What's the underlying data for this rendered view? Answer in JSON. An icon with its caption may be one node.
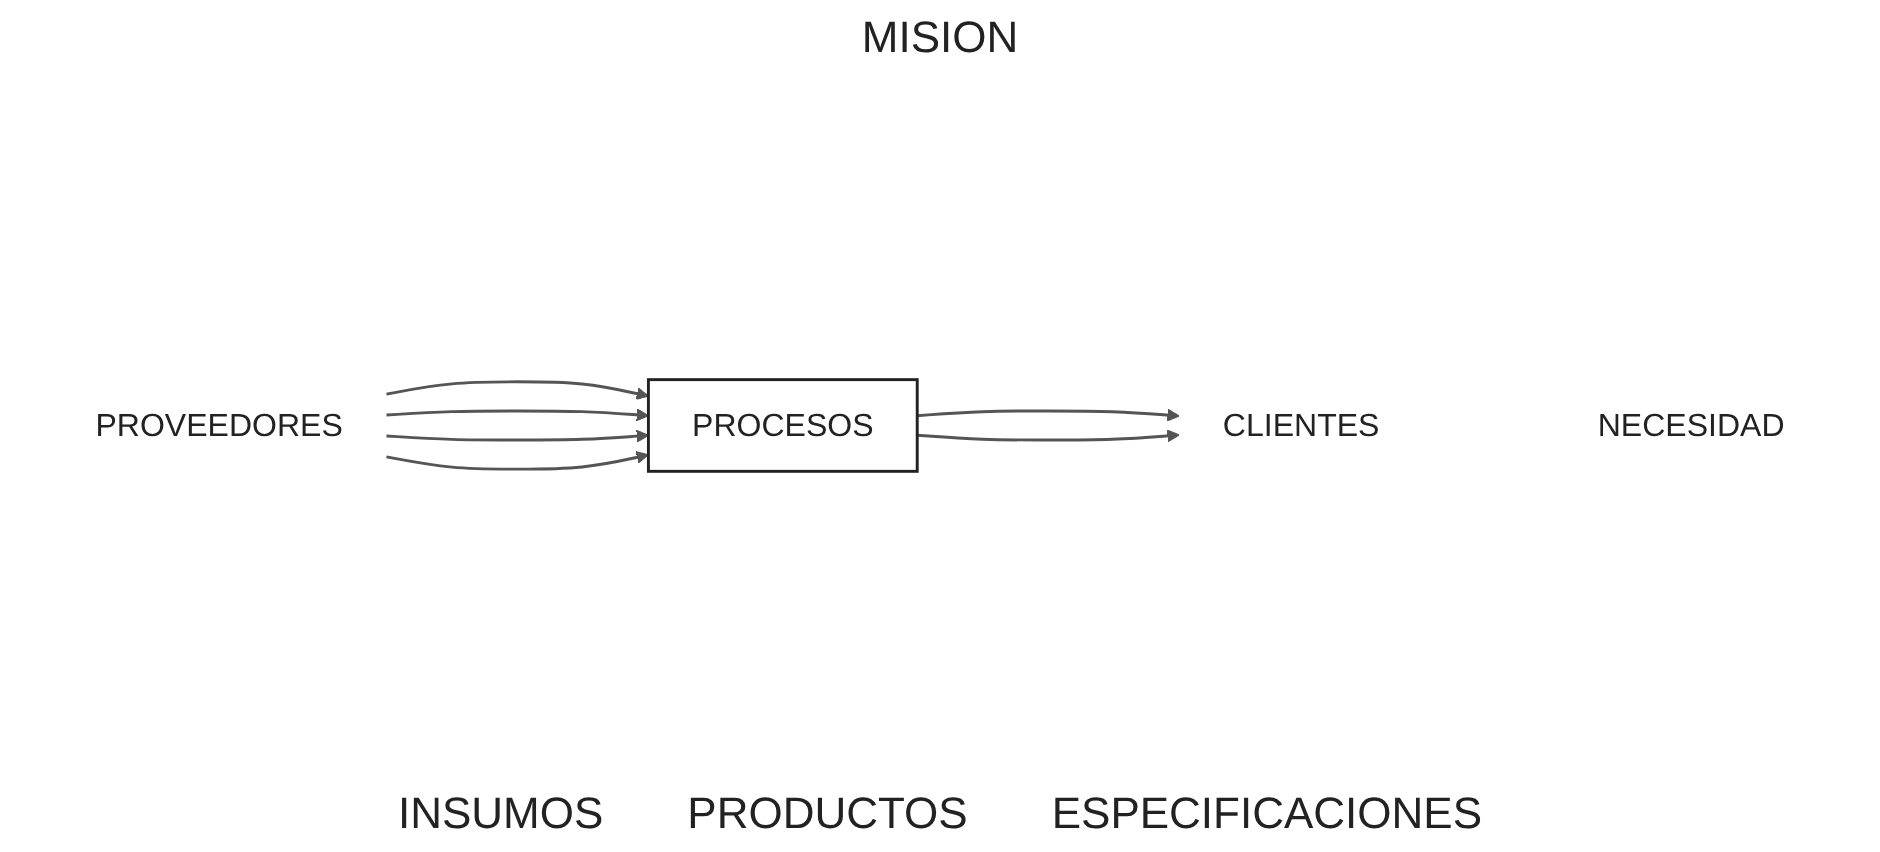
{
  "diagram": {
    "nodes": [
      {
        "text": [
          "PROVEEDORES"
        ]
      },
      {
        "text": [
          "PROCESOS"
        ]
      },
      {
        "text": [
          "CLIENTES"
        ]
      },
      {
        "text": [
          "NECESIDAD"
        ]
      }
    ],
    "edges": [
      {
        "from": 0,
        "to": 1,
        "arrow": "to"
      },
      {
        "from": 0,
        "to": 1,
        "arrow": "to"
      },
      {
        "from": 0,
        "to": 1,
        "arrow": "to"
      },
      {
        "from": 0,
        "to": 1,
        "arrow": "to"
      },
      {
        "from": 1,
        "to": 2,
        "arrow": "to"
      },
      {
        "from": 1,
        "to": 2,
        "arrow": "to"
      }
    ],
    "labels": [
      "MISION",
      "INSUMOS",
      "PRODUCTOS",
      "ESPECIFICACIONES"
    ]
  }
}
